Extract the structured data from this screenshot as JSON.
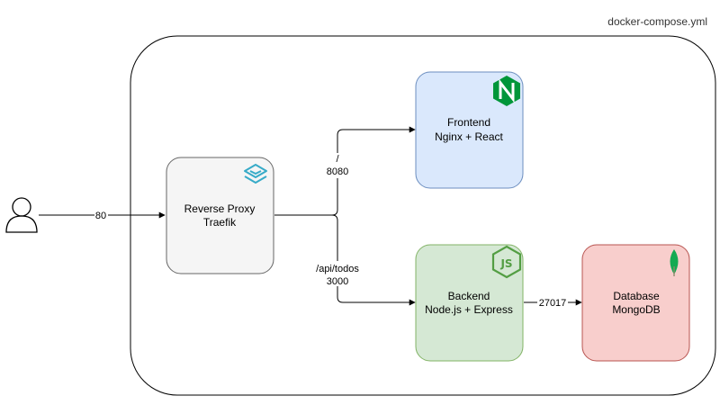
{
  "compose_file": "docker-compose.yml",
  "user": {
    "icon": "user-icon"
  },
  "nodes": {
    "proxy": {
      "line1": "Reverse Proxy",
      "line2": "Traefik",
      "icon": "traefik-icon",
      "fill": "#f5f5f5",
      "stroke": "#666666"
    },
    "frontend": {
      "line1": "Frontend",
      "line2": "Nginx + React",
      "icon": "nginx-icon",
      "fill": "#dae8fc",
      "stroke": "#6c8ebf"
    },
    "backend": {
      "line1": "Backend",
      "line2": "Node.js + Express",
      "icon": "nodejs-icon",
      "fill": "#d5e8d4",
      "stroke": "#82b366"
    },
    "database": {
      "line1": "Database",
      "line2": "MongoDB",
      "icon": "mongodb-icon",
      "fill": "#f8cecc",
      "stroke": "#b85450"
    }
  },
  "edges": {
    "user_to_proxy": {
      "label": "80"
    },
    "proxy_to_frontend": {
      "path": "/",
      "port": "8080"
    },
    "proxy_to_backend": {
      "path": "/api/todos",
      "port": "3000"
    },
    "backend_to_database": {
      "label": "27017"
    }
  },
  "colors": {
    "nginx": "#009639",
    "nodejs": "#539e43",
    "mongodb": "#13aa52",
    "traefik": "#37abc8"
  }
}
